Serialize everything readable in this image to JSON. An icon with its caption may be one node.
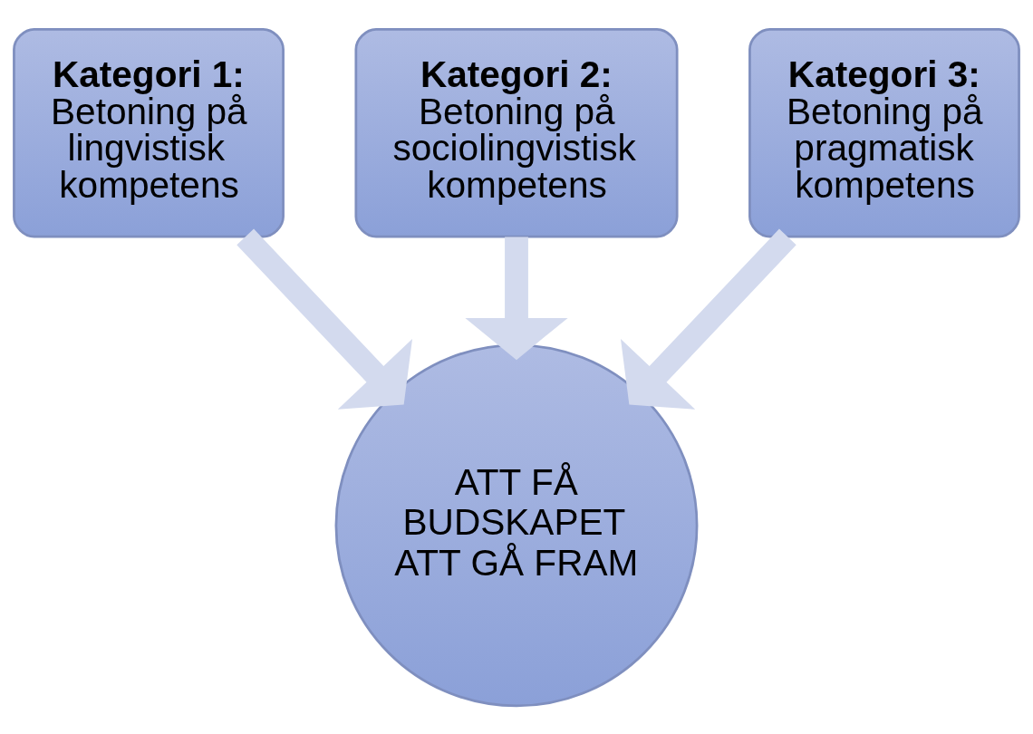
{
  "diagram": {
    "nodes": [
      {
        "text": [
          "Kategori 1:",
          "Betoning på lingvistisk kompetens"
        ]
      },
      {
        "text": [
          "Kategori 2:",
          "Betoning på sociolingvistisk kompetens"
        ]
      },
      {
        "text": [
          "Kategori 3:",
          "Betoning på pragmatisk kompetens"
        ]
      },
      {
        "text": [
          "ATT FÅ BUDSKAPET ATT GÅ FRAM"
        ]
      }
    ],
    "edges": [
      {
        "from": 0,
        "to": 3,
        "arrow": "to"
      },
      {
        "from": 1,
        "to": 3,
        "arrow": "to"
      },
      {
        "from": 2,
        "to": 3,
        "arrow": "to"
      }
    ]
  }
}
